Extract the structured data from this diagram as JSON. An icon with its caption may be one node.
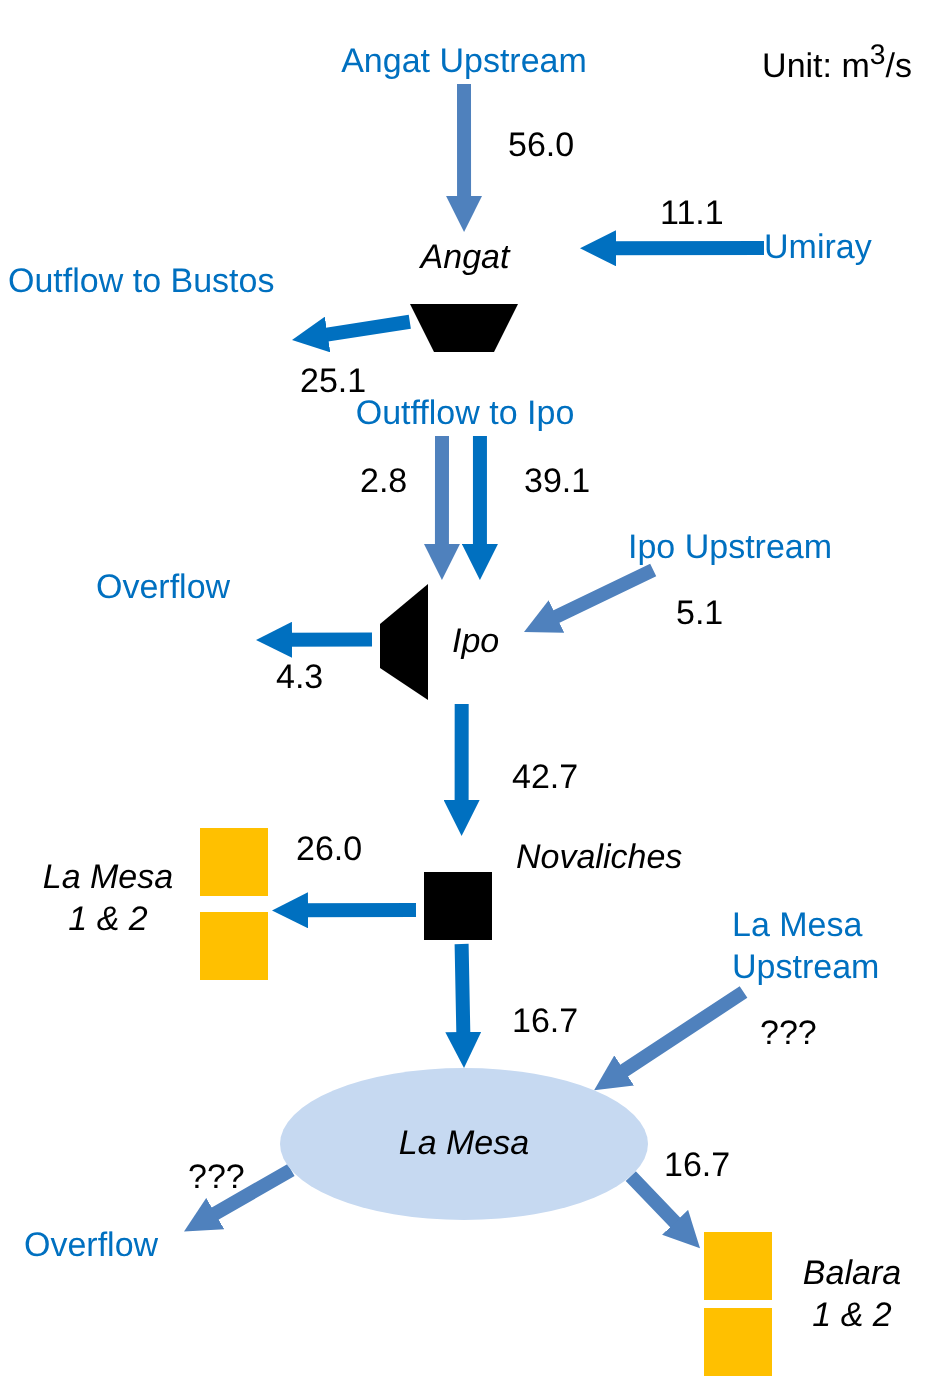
{
  "diagram": {
    "nodes": [
      {
        "text": [
          "Angat Upstream"
        ]
      },
      {
        "text": [
          "Angat"
        ],
        "beside": [
          "Outfflow to Ipo"
        ]
      },
      {
        "text": [
          "Umiray"
        ]
      },
      {
        "text": [
          "Outflow to Bustos"
        ]
      },
      {
        "text": [
          "Ipo"
        ]
      },
      {
        "text": [
          "Ipo Upstream"
        ]
      },
      {
        "text": [
          "Overflow"
        ]
      },
      {
        "text": [
          "Novaliches"
        ]
      },
      {
        "text": [
          "La Mesa 1 & 2"
        ]
      },
      {
        "text": [
          "La Mesa Upstream"
        ]
      },
      {
        "text": [
          "La Mesa"
        ]
      },
      {
        "text": [
          "Overflow"
        ]
      },
      {
        "text": [
          "Balara 1 & 2"
        ]
      }
    ],
    "edges": [
      {
        "from": 0,
        "to": 1,
        "arrow": "to",
        "label": "56.0",
        "color": "#4f81bd"
      },
      {
        "from": 2,
        "to": 1,
        "arrow": "to",
        "label": "11.1"
      },
      {
        "from": 1,
        "to": 3,
        "arrow": "to",
        "label": "25.1"
      },
      {
        "from": 1,
        "to": 4,
        "arrow": "to",
        "label": "2.8",
        "color": "#4f81bd"
      },
      {
        "from": 1,
        "to": 4,
        "arrow": "to",
        "label": "39.1"
      },
      {
        "from": 5,
        "to": 4,
        "arrow": "to",
        "label": "5.1",
        "color": "#4f81bd"
      },
      {
        "from": 4,
        "to": 6,
        "arrow": "to",
        "label": "4.3"
      },
      {
        "from": 4,
        "to": 7,
        "arrow": "to",
        "label": "42.7"
      },
      {
        "from": 7,
        "to": 8,
        "arrow": "to",
        "label": "26.0"
      },
      {
        "from": 7,
        "to": 10,
        "arrow": "to",
        "label": "16.7"
      },
      {
        "from": 9,
        "to": 10,
        "arrow": "to",
        "label": "???",
        "color": "#4f81bd"
      },
      {
        "from": 10,
        "to": 11,
        "arrow": "to",
        "label": "???",
        "color": "#4f81bd"
      },
      {
        "from": 10,
        "to": 12,
        "arrow": "to",
        "label": "16.7",
        "color": "#4f81bd"
      }
    ],
    "labels": [
      "Unit: m$^{3}$/s"
    ]
  }
}
